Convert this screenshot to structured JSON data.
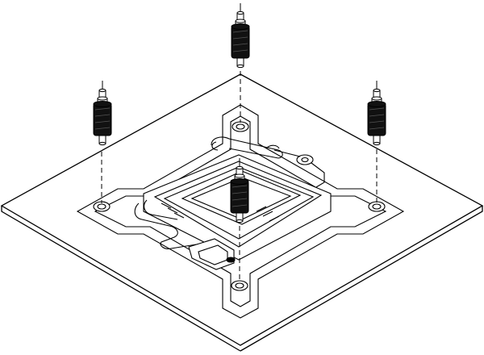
{
  "colors": {
    "background": "#ffffff",
    "line": "#000000",
    "board": "#ffffff",
    "standoff_body": "#111111",
    "standoff_highlight": "#ffffff"
  },
  "icons": {
    "standoff": "threaded-standoff-icon",
    "mounting_hole": "mounting-hole-icon",
    "socket": "cpu-socket-icon"
  },
  "standoffs": [
    {
      "name": "standoff-top"
    },
    {
      "name": "standoff-left"
    },
    {
      "name": "standoff-right"
    },
    {
      "name": "standoff-center"
    }
  ]
}
